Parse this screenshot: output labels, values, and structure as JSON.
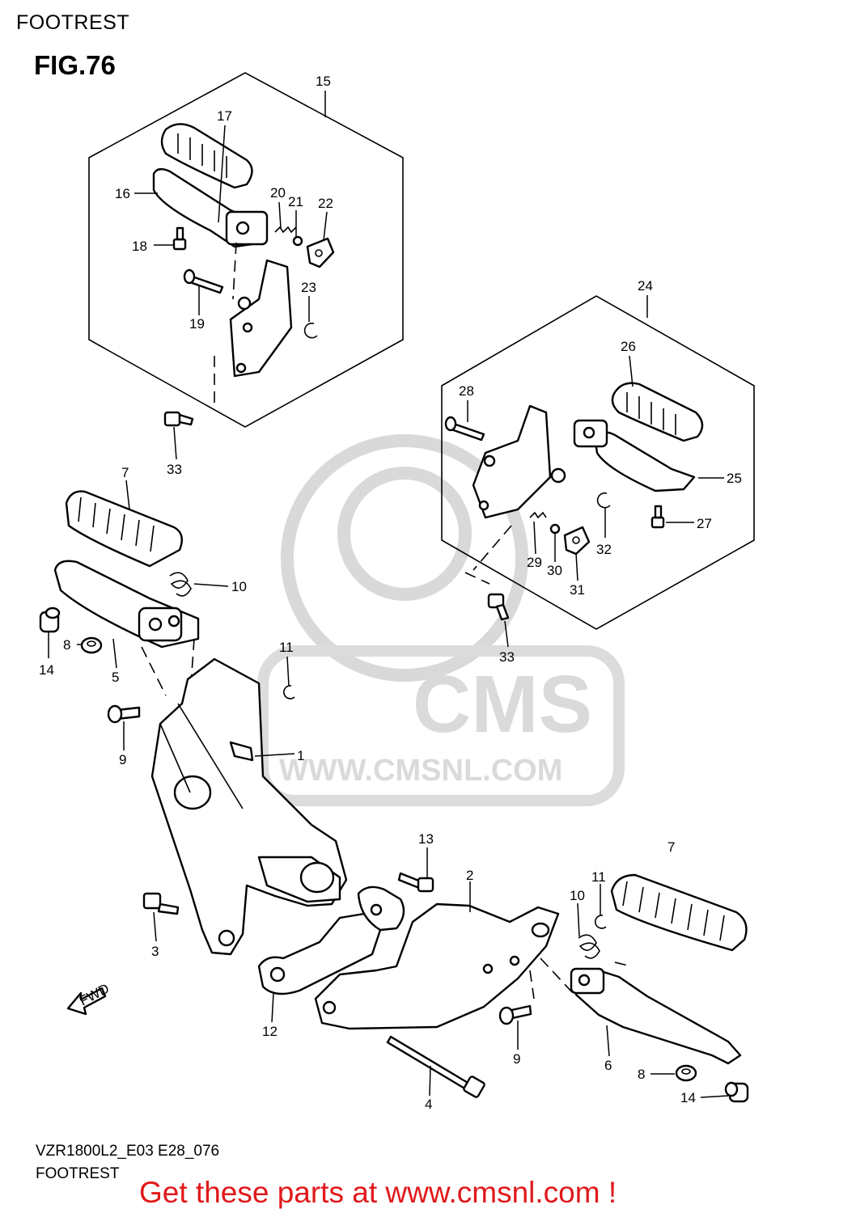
{
  "header": {
    "section_title": "FOOTREST",
    "figure_label": "FIG.76"
  },
  "watermark": {
    "brand": "CMS",
    "site": "WWW.CMSNL.COM"
  },
  "fwd_label": "FWD",
  "callouts": {
    "c1": "1",
    "c2": "2",
    "c3": "3",
    "c4": "4",
    "c5": "5",
    "c6": "6",
    "c7a": "7",
    "c7b": "7",
    "c8a": "8",
    "c8b": "8",
    "c9a": "9",
    "c9b": "9",
    "c10a": "10",
    "c10b": "10",
    "c11a": "11",
    "c11b": "11",
    "c12": "12",
    "c13": "13",
    "c14a": "14",
    "c14b": "14",
    "c15": "15",
    "c16": "16",
    "c17": "17",
    "c18": "18",
    "c19": "19",
    "c20": "20",
    "c21": "21",
    "c22": "22",
    "c23": "23",
    "c24": "24",
    "c25": "25",
    "c26": "26",
    "c27": "27",
    "c28": "28",
    "c29": "29",
    "c30": "30",
    "c31": "31",
    "c32": "32",
    "c33a": "33",
    "c33b": "33"
  },
  "footer": {
    "model_code": "VZR1800L2_E03 E28_076",
    "section_title": "FOOTREST",
    "promo_text": "Get these parts at www.cmsnl.com !",
    "promo_color": "#e0191b"
  }
}
